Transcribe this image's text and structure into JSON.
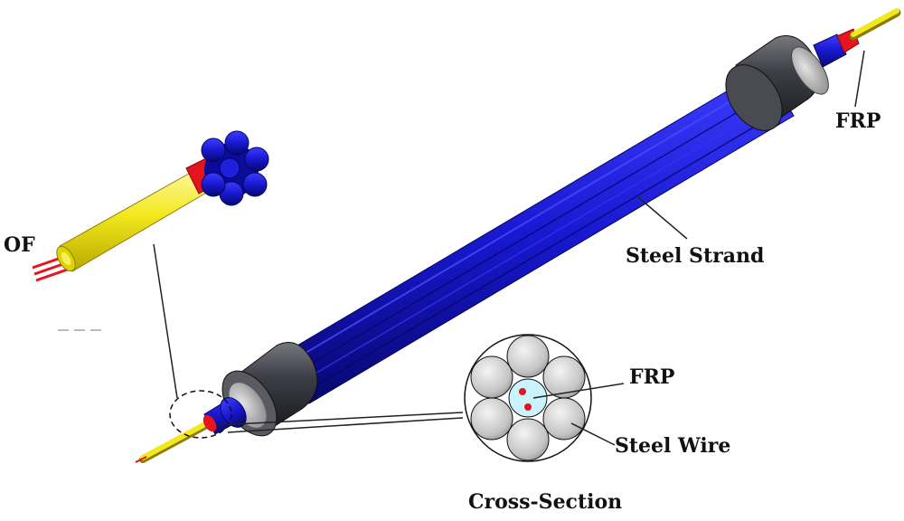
{
  "labels": {
    "of": "OF",
    "frp_top": "FRP",
    "steel_strand": "Steel Strand",
    "frp_cross": "FRP",
    "steel_wire": "Steel Wire",
    "cross_section": "Cross-Section"
  },
  "colors": {
    "strand_blue": "#1a1ad6",
    "strand_dark": "#0b0b8a",
    "frp_yellow": "#f2e81c",
    "frp_red": "#e5141e",
    "anchor_gray": "#3a3a42",
    "wire_gray": "#cfcfcf",
    "frp_core": "#c9f4fb"
  }
}
